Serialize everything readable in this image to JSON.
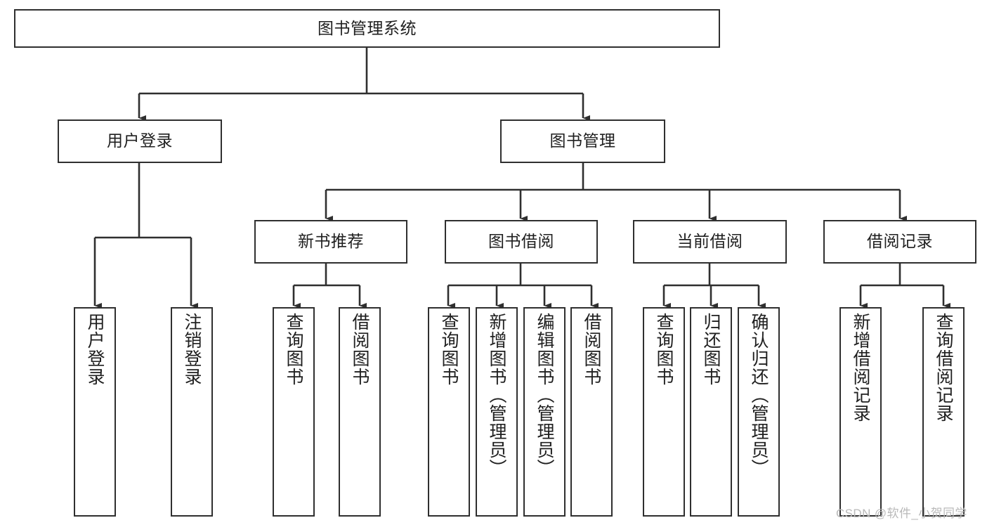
{
  "diagram": {
    "title": "图书管理系统",
    "type": "tree-structure-chart",
    "root": {
      "id": "root",
      "label": "图书管理系统"
    },
    "level2": [
      {
        "id": "user-login",
        "label": "用户登录"
      },
      {
        "id": "book-manage",
        "label": "图书管理"
      }
    ],
    "level3": [
      {
        "id": "new-book-rec",
        "label": "新书推荐"
      },
      {
        "id": "book-borrow",
        "label": "图书借阅"
      },
      {
        "id": "current-borrow",
        "label": "当前借阅"
      },
      {
        "id": "borrow-record",
        "label": "借阅记录"
      }
    ],
    "leaves": {
      "user_login": [
        {
          "id": "leaf-user-login",
          "label": "用户登录"
        },
        {
          "id": "leaf-logout-login",
          "label": "注销登录"
        }
      ],
      "new_book_rec": [
        {
          "id": "leaf-query-book-1",
          "label": "查询图书"
        },
        {
          "id": "leaf-borrow-book-1",
          "label": "借阅图书"
        }
      ],
      "book_borrow": [
        {
          "id": "leaf-query-book-2",
          "label": "查询图书"
        },
        {
          "id": "leaf-add-book",
          "label": "新增图书（管理员）"
        },
        {
          "id": "leaf-edit-book",
          "label": "编辑图书（管理员）"
        },
        {
          "id": "leaf-borrow-book-2",
          "label": "借阅图书"
        }
      ],
      "current_borrow": [
        {
          "id": "leaf-query-book-3",
          "label": "查询图书"
        },
        {
          "id": "leaf-return-book",
          "label": "归还图书"
        },
        {
          "id": "leaf-confirm-return",
          "label": "确认归还（管理员）"
        }
      ],
      "borrow_record": [
        {
          "id": "leaf-add-record",
          "label": "新增借阅记录"
        },
        {
          "id": "leaf-query-record",
          "label": "查询借阅记录"
        }
      ]
    }
  },
  "watermark": {
    "text": "CSDN @软件_小贺同学"
  },
  "colors": {
    "stroke": "#2f2f2f",
    "fill": "#ffffff",
    "text": "#1f1f1f",
    "watermark": "#b9b9b9"
  }
}
